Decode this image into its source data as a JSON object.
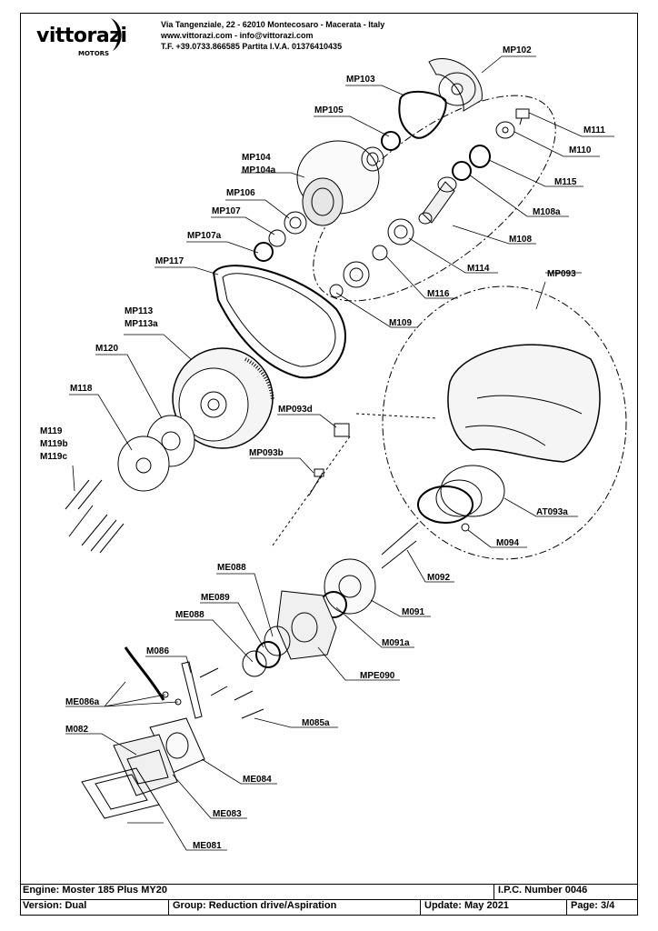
{
  "header": {
    "logo_text": "vittorazi",
    "logo_sub": "MOTORS",
    "address": "Via Tangenziale, 22 - 62010 Montecosaro - Macerata - Italy",
    "web": "www.vittorazi.com - info@vittorazi.com",
    "phone": "T.F. +39.0733.866585 Partita I.V.A. 01376410435"
  },
  "labels": {
    "MP102": "MP102",
    "MP103": "MP103",
    "MP105": "MP105",
    "M111": "M111",
    "M110": "M110",
    "MP104": "MP104",
    "MP104a": "MP104a",
    "M115": "M115",
    "MP106": "MP106",
    "M108a": "M108a",
    "MP107": "MP107",
    "MP107a": "MP107a",
    "M108": "M108",
    "MP117": "MP117",
    "M114": "M114",
    "M116": "M116",
    "MP093": "MP093",
    "MP113": "MP113",
    "MP113a": "MP113a",
    "M109": "M109",
    "M120": "M120",
    "M118": "M118",
    "MP093d": "MP093d",
    "M119": "M119",
    "M119b": "M119b",
    "M119c": "M119c",
    "MP093b": "MP093b",
    "AT093a": "AT093a",
    "M094": "M094",
    "M092": "M092",
    "ME088_top": "ME088",
    "M091": "M091",
    "ME089": "ME089",
    "ME088": "ME088",
    "M091a": "M091a",
    "MPE090": "MPE090",
    "M086": "M086",
    "ME086a": "ME086a",
    "M085a": "M085a",
    "M082": "M082",
    "ME084": "ME084",
    "ME083": "ME083",
    "ME081": "ME081"
  },
  "footer": {
    "engine": "Engine: Moster 185 Plus MY20",
    "ipc": "I.P.C. Number 0046",
    "version": "Version: Dual",
    "group": "Group: Reduction drive/Aspiration",
    "update": "Update: May 2021",
    "page": "Page: 3/4"
  }
}
